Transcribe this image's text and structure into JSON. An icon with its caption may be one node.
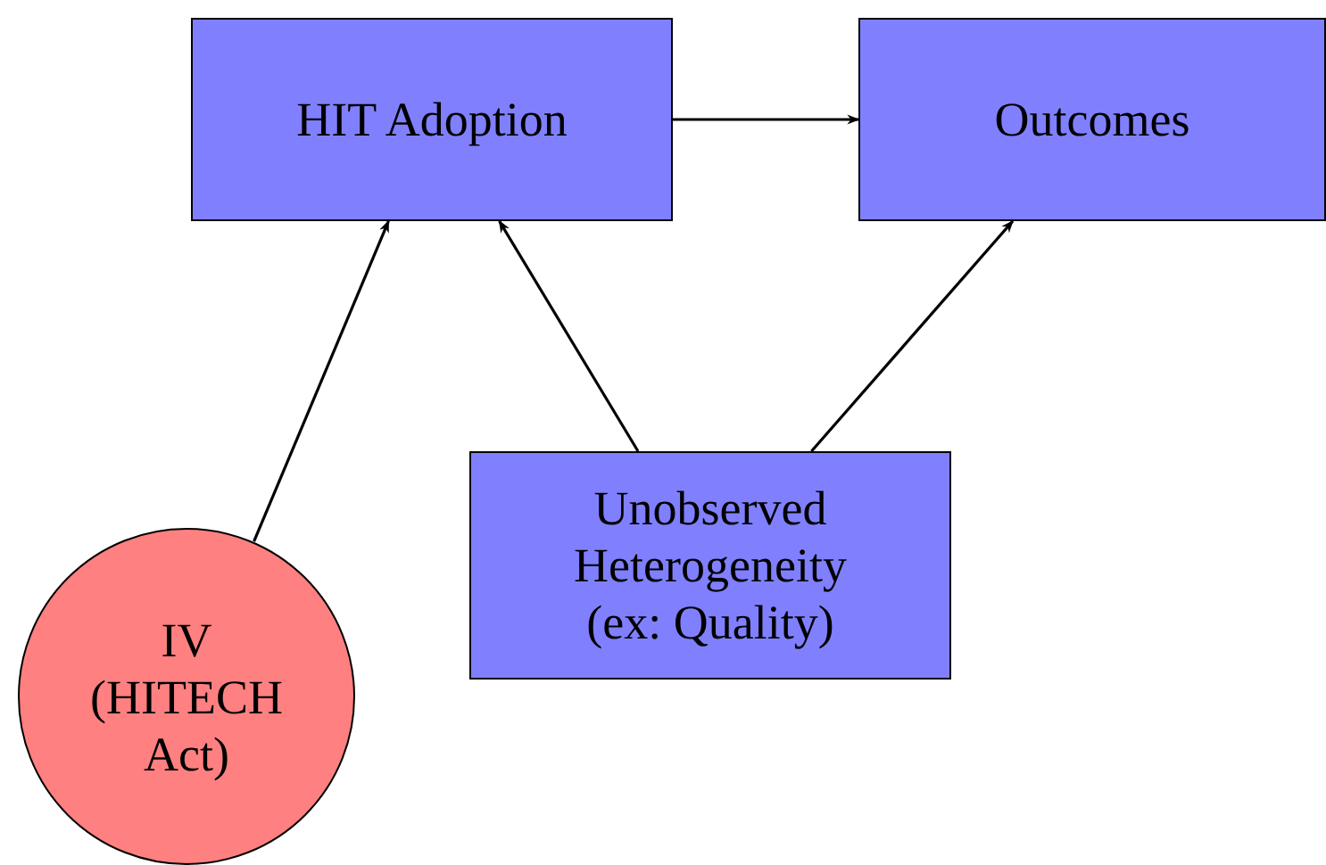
{
  "diagram": {
    "nodes": [
      {
        "text": [
          "HIT Adoption"
        ]
      },
      {
        "text": [
          "Outcomes"
        ]
      },
      {
        "text": [
          "Unobserved Heterogeneity (ex: Quality)"
        ]
      },
      {
        "text": [
          "IV (HITECH Act)"
        ]
      }
    ],
    "edges": [
      {
        "from": 0,
        "to": 1,
        "arrow": "to"
      },
      {
        "from": 3,
        "to": 0,
        "arrow": "to"
      },
      {
        "from": 2,
        "to": 0,
        "arrow": "to"
      },
      {
        "from": 2,
        "to": 1,
        "arrow": "to"
      }
    ]
  }
}
